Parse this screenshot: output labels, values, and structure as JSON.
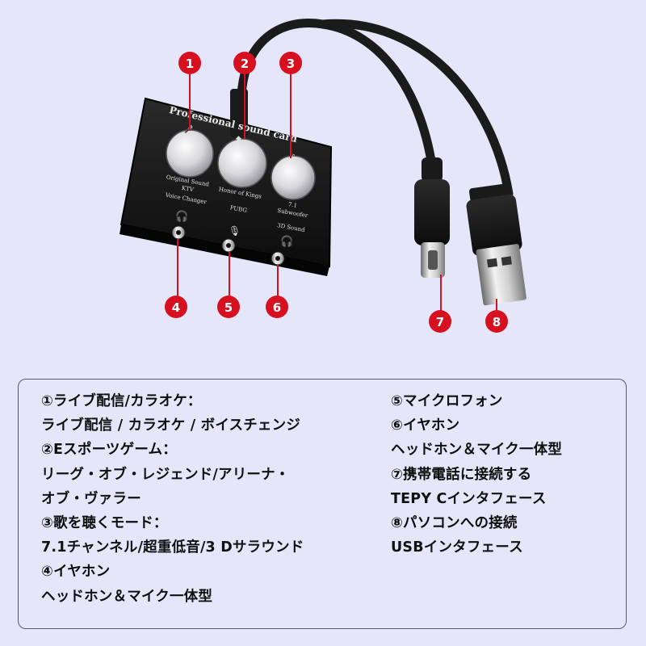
{
  "product": {
    "device_title": "Professional sound card",
    "knob_labels": {
      "knob1": [
        "Original Sound",
        "KTV",
        "Voice Changer"
      ],
      "knob2": [
        "Honor of Kings",
        "PUBG"
      ],
      "knob3": [
        "7.1",
        "Subwoofer",
        "3D Sound"
      ]
    },
    "callouts": [
      "1",
      "2",
      "3",
      "4",
      "5",
      "6",
      "7",
      "8"
    ],
    "colors": {
      "callout_red": "#d6101e",
      "device_body": "#141414",
      "background": "#e6e6fa"
    },
    "icons": [
      "headphone-icon",
      "microphone-icon",
      "headphone-icon",
      "music-note-icon",
      "karaoke-icon"
    ]
  },
  "info": {
    "left": [
      "①ライブ配信/カラオケ：",
      "ライブ配信 / カラオケ / ボイスチェンジ",
      "②Eスポーツゲーム：",
      "リーグ・オブ・レジェンド/アリーナ・",
      "オブ・ヴァラー",
      "③歌を聴くモード：",
      "7.1チャンネル/超重低音/3 Dサラウンド",
      "④イヤホン",
      "ヘッドホン＆マイク一体型"
    ],
    "right": [
      "⑤マイクロフォン",
      "⑥イヤホン",
      "ヘッドホン＆マイク一体型",
      "⑦携帯電話に接続する",
      "TEPY Cインタフェース",
      "⑧パソコンへの接続",
      "USBインタフェース"
    ]
  }
}
